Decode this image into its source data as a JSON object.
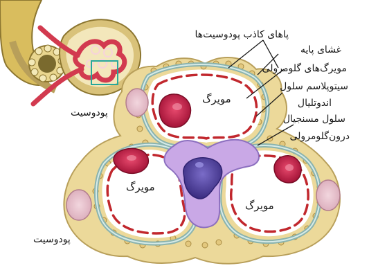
{
  "labels": {
    "foot_processes": "پاهای کاذب پودوسیت‌ها",
    "basement_membrane": "غشای پایه",
    "glomerular_capillaries": "مویرگ‌های گلومرولی",
    "endothelial_cytoplasm_1": "سیتوپلاسم سلول",
    "endothelial_cytoplasm_2": "اندوتلیال",
    "mesangial_1": "سلول مسنجیال",
    "mesangial_2": "درون‌گلومرولی",
    "podocyte_top": "پودوسیت",
    "podocyte_bottom": "پودوسیت",
    "capillary_top": "مویرگ",
    "capillary_left": "مویرگ",
    "capillary_right": "مویرگ"
  },
  "colors": {
    "podocyte": "#ecd99a",
    "podocyte_edge": "#b89f5a",
    "basement_membrane": "#a8c8c4",
    "capillary_dash": "#c1272d",
    "red_cell": "#c81e45",
    "mesangial": "#c9a8e6",
    "mesangial_nucleus": "#4b3a9a",
    "inset_box": "#27a79a"
  }
}
